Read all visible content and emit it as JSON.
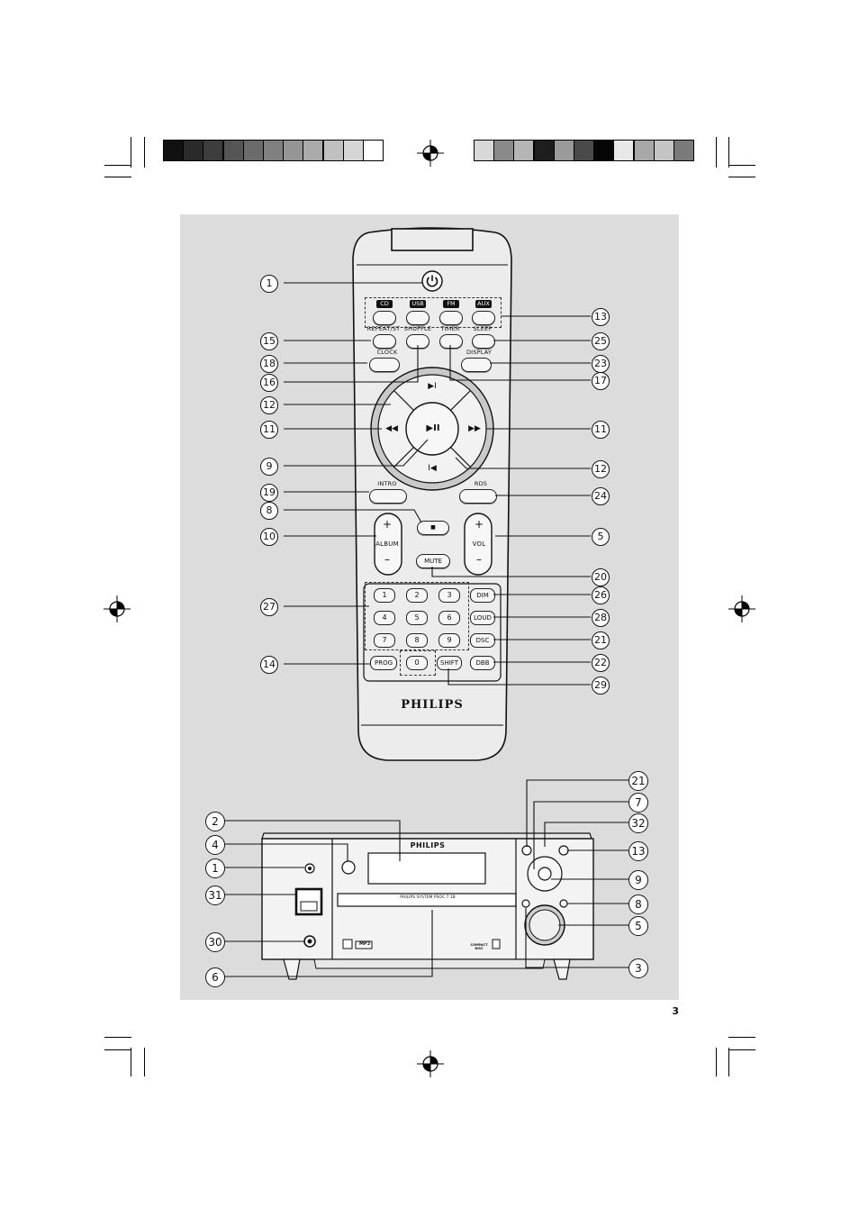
{
  "page_number": "3",
  "remote": {
    "brand": "PHILIPS",
    "source_buttons": [
      "CD",
      "USB",
      "FM",
      "AUX"
    ],
    "row1": [
      "REPEAT/ST",
      "SHUFFLE",
      "TIMER",
      "SLEEP"
    ],
    "row2": [
      "CLOCK",
      "DISPLAY"
    ],
    "nav": {
      "up": "▶I",
      "down": "I◀",
      "left": "◀◀",
      "right": "▶▶",
      "center": "▶II"
    },
    "intro": "INTRO",
    "rds": "RDS",
    "stop": "■",
    "album": {
      "plus": "+",
      "label": "ALBUM",
      "minus": "–"
    },
    "vol": {
      "plus": "+",
      "label": "VOL",
      "minus": "–"
    },
    "mute": "MUTE",
    "digits": [
      "1",
      "2",
      "3",
      "4",
      "5",
      "6",
      "7",
      "8",
      "9",
      "0"
    ],
    "prog": "PROG",
    "shift": "SHIFT",
    "right_column": [
      "DIM",
      "LOUD",
      "DSC",
      "DBB"
    ]
  },
  "unit": {
    "brand": "PHILIPS",
    "tray_label": "PHILIPS SYSTEM PSOC 7.1B",
    "mp3": "MP3",
    "cd_logo": "COMPACT DISC"
  },
  "callouts_remote_left": [
    "1",
    "15",
    "18",
    "16",
    "12",
    "11",
    "9",
    "19",
    "8",
    "10",
    "27",
    "14"
  ],
  "callouts_remote_right": [
    "13",
    "25",
    "23",
    "17",
    "11",
    "12",
    "24",
    "5",
    "20",
    "26",
    "28",
    "21",
    "22",
    "29"
  ],
  "callouts_unit_left": [
    "2",
    "4",
    "1",
    "31",
    "30",
    "6"
  ],
  "callouts_unit_right": [
    "21",
    "7",
    "32",
    "13",
    "9",
    "8",
    "5",
    "3"
  ],
  "colors": {
    "panel": "#dcdcdc",
    "ink": "#111111"
  }
}
